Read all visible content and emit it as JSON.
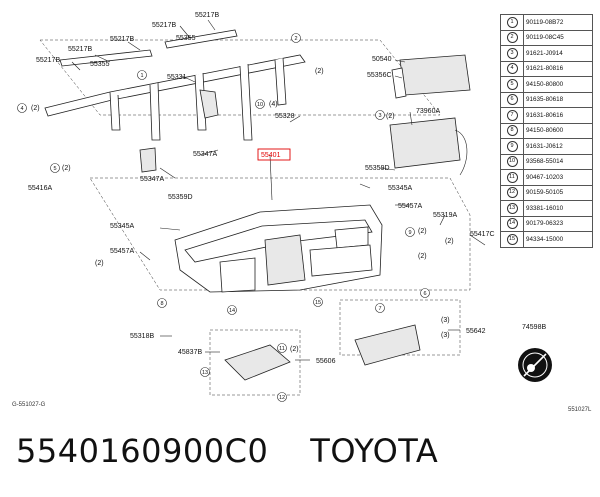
{
  "caption": {
    "part_number": "5540160900C0",
    "brand": "TOYOTA"
  },
  "diagram": {
    "labels": {
      "l55217b_a": "55217B",
      "l55217b_b": "55217B",
      "l55217b_c": "55217B",
      "l55217b_d": "55217B",
      "l55217b_e": "55217B",
      "l55355_a": "55355",
      "l55355_b": "55355",
      "l55331": "55331",
      "l55328": "55328",
      "l55347a_a": "55347A",
      "l55347a_b": "55347A",
      "l55416a": "55416A",
      "l55359d_a": "55359D",
      "l55359d_b": "55359D",
      "l55345a_a": "55345A",
      "l55345a_b": "55345A",
      "l55457a_a": "55457A",
      "l55457a_b": "55457A",
      "l55319a": "55319A",
      "l55417c": "55417C",
      "l50540": "50540",
      "l55356c": "55356C",
      "l73960a": "73960A",
      "l55401": "55401",
      "l55318b": "55318B",
      "l45837b": "45837B",
      "l55606": "55606",
      "l55642": "55642",
      "l74598b": "74598B",
      "ref_left": "G-551027-G",
      "ref_right": "551027L",
      "m2a": "(2)",
      "m2b": "(2)",
      "m2c": "(2)",
      "m2d": "(2)",
      "m2e": "(2)",
      "m2f": "(2)",
      "m2g": "(2)",
      "m2h": "(2)",
      "m2i": "(2)",
      "m3a": "(3)",
      "m3b": "(3)",
      "m4": "(4)"
    },
    "callouts": {
      "c1": "1",
      "c2": "2",
      "c3": "3",
      "c4": "4",
      "c5": "5",
      "c6": "6",
      "c7": "7",
      "c8": "8",
      "c9": "9",
      "c10": "10",
      "c11": "11",
      "c12": "12",
      "c13": "13",
      "c14": "14",
      "c15": "15"
    },
    "highlight_color": "#e00000"
  },
  "legend": [
    {
      "num": "1",
      "part": "90119-08B72"
    },
    {
      "num": "2",
      "part": "90119-08C45"
    },
    {
      "num": "3",
      "part": "91621-J0914"
    },
    {
      "num": "4",
      "part": "91621-80816"
    },
    {
      "num": "5",
      "part": "94150-80800"
    },
    {
      "num": "6",
      "part": "91635-80618"
    },
    {
      "num": "7",
      "part": "91631-80616"
    },
    {
      "num": "8",
      "part": "94150-80600"
    },
    {
      "num": "9",
      "part": "91631-J0612"
    },
    {
      "num": "10",
      "part": "93568-55014"
    },
    {
      "num": "11",
      "part": "90467-10203"
    },
    {
      "num": "12",
      "part": "90159-50105"
    },
    {
      "num": "13",
      "part": "93381-16010"
    },
    {
      "num": "14",
      "part": "90179-06323"
    },
    {
      "num": "15",
      "part": "94334-15000"
    }
  ]
}
